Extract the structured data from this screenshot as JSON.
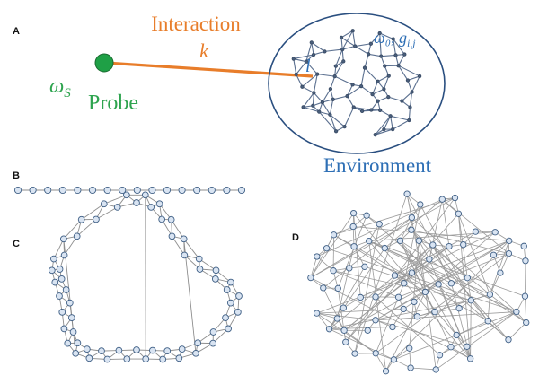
{
  "panels": {
    "a": {
      "label": "A",
      "interaction_label": "Interaction",
      "interaction_symbol": "k",
      "probe_freq_symbol": "ω",
      "probe_freq_sub": "S",
      "probe_label": "Probe",
      "coupling_site_symbol": "l",
      "environment_params": "ω₀, g",
      "environment_params_sub": "i,j",
      "environment_label": "Environment"
    },
    "b": {
      "label": "B"
    },
    "c": {
      "label": "C"
    },
    "d": {
      "label": "D"
    }
  },
  "colors": {
    "interaction": "#e87d2a",
    "probe": "#2ea44f",
    "probe_fill": "#1fa046",
    "environment": "#2e6fb5",
    "network_edge": "#5a6f8f",
    "node_fill": "#d9e4f2",
    "node_stroke": "#3f5f85",
    "graph_edge": "#8e8e8e"
  }
}
